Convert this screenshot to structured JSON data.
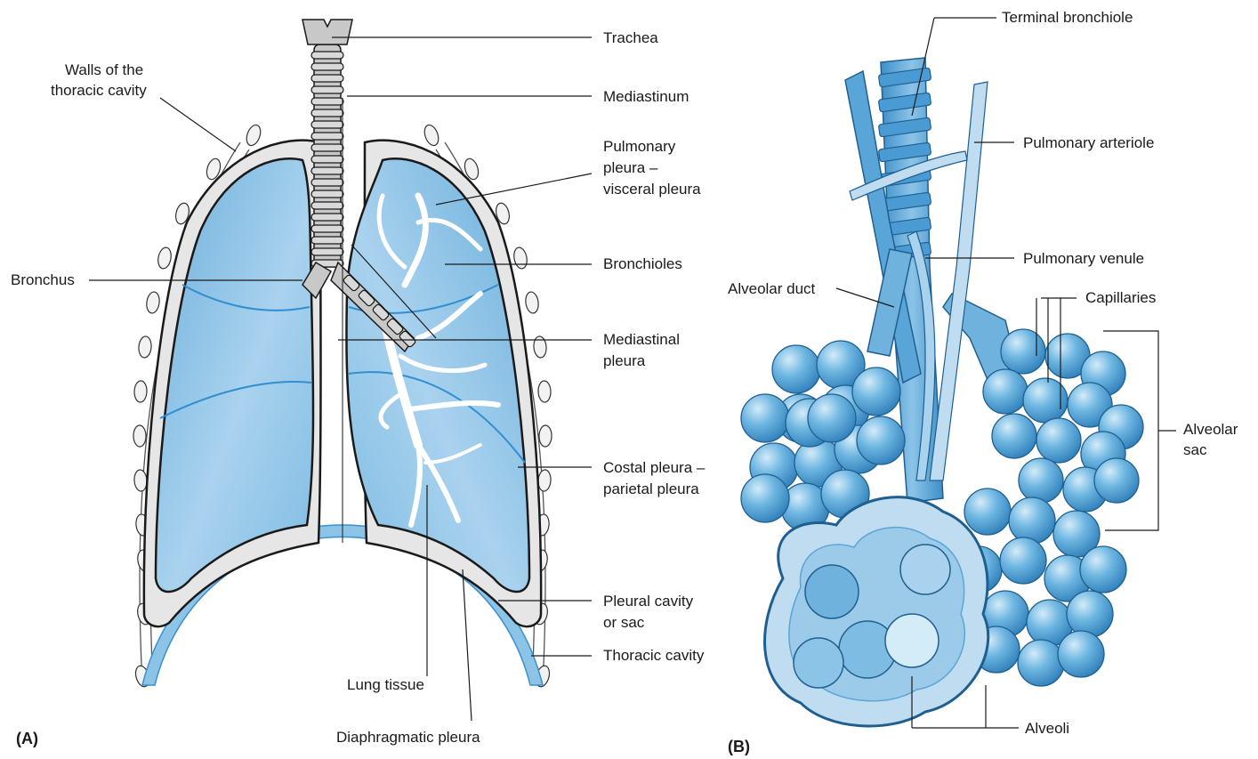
{
  "colors": {
    "lung_fill": "#8fc4e6",
    "lung_light": "#bfdcf0",
    "lung_edge": "#3d8fc9",
    "pleural_gray": "#e6e6e6",
    "outline": "#1a1a1a",
    "alveolus_fill": "#5eaede",
    "alveolus_dark": "#2f7fba",
    "vessel": "#a9d2ee"
  },
  "panels": {
    "a": "(A)",
    "b": "(B)"
  },
  "labels_a": {
    "walls_line1": "Walls of the",
    "walls_line2": "thoracic cavity",
    "trachea": "Trachea",
    "mediastinum": "Mediastinum",
    "pulmonary_pleura_line1": "Pulmonary",
    "pulmonary_pleura_line2": "pleura –",
    "pulmonary_pleura_line3": "visceral pleura",
    "bronchus": "Bronchus",
    "bronchioles": "Bronchioles",
    "mediastinal_pleura_line1": "Mediastinal",
    "mediastinal_pleura_line2": "pleura",
    "costal_pleura_line1": "Costal pleura –",
    "costal_pleura_line2": "parietal pleura",
    "pleural_cavity_line1": "Pleural cavity",
    "pleural_cavity_line2": "or sac",
    "thoracic_cavity": "Thoracic cavity",
    "lung_tissue": "Lung tissue",
    "diaphragmatic_pleura": "Diaphragmatic pleura"
  },
  "labels_b": {
    "terminal_bronchiole": "Terminal bronchiole",
    "pulmonary_arteriole": "Pulmonary arteriole",
    "pulmonary_venule": "Pulmonary venule",
    "alveolar_duct": "Alveolar duct",
    "capillaries": "Capillaries",
    "alveolar_sac_line1": "Alveolar",
    "alveolar_sac_line2": "sac",
    "alveoli": "Alveoli"
  }
}
